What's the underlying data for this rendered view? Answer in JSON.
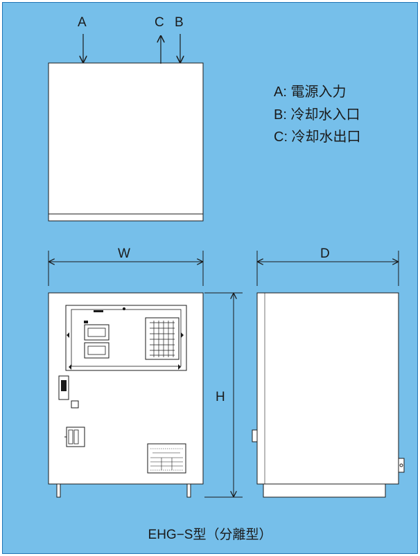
{
  "diagram": {
    "top_labels": {
      "a": "A",
      "c": "C",
      "b": "B"
    },
    "dimensions": {
      "width": "W",
      "depth": "D",
      "height": "H"
    },
    "legend": [
      {
        "key": "A",
        "text": "A: 電源入力"
      },
      {
        "key": "B",
        "text": "B: 冷却水入口"
      },
      {
        "key": "C",
        "text": "C: 冷却水出口"
      }
    ],
    "caption": "EHG−S型（分離型）",
    "colors": {
      "background": "#76bfea",
      "frame_border": "#1e74b5",
      "cabinet_fill": "#ffffff",
      "line": "#1a1a1a"
    }
  }
}
